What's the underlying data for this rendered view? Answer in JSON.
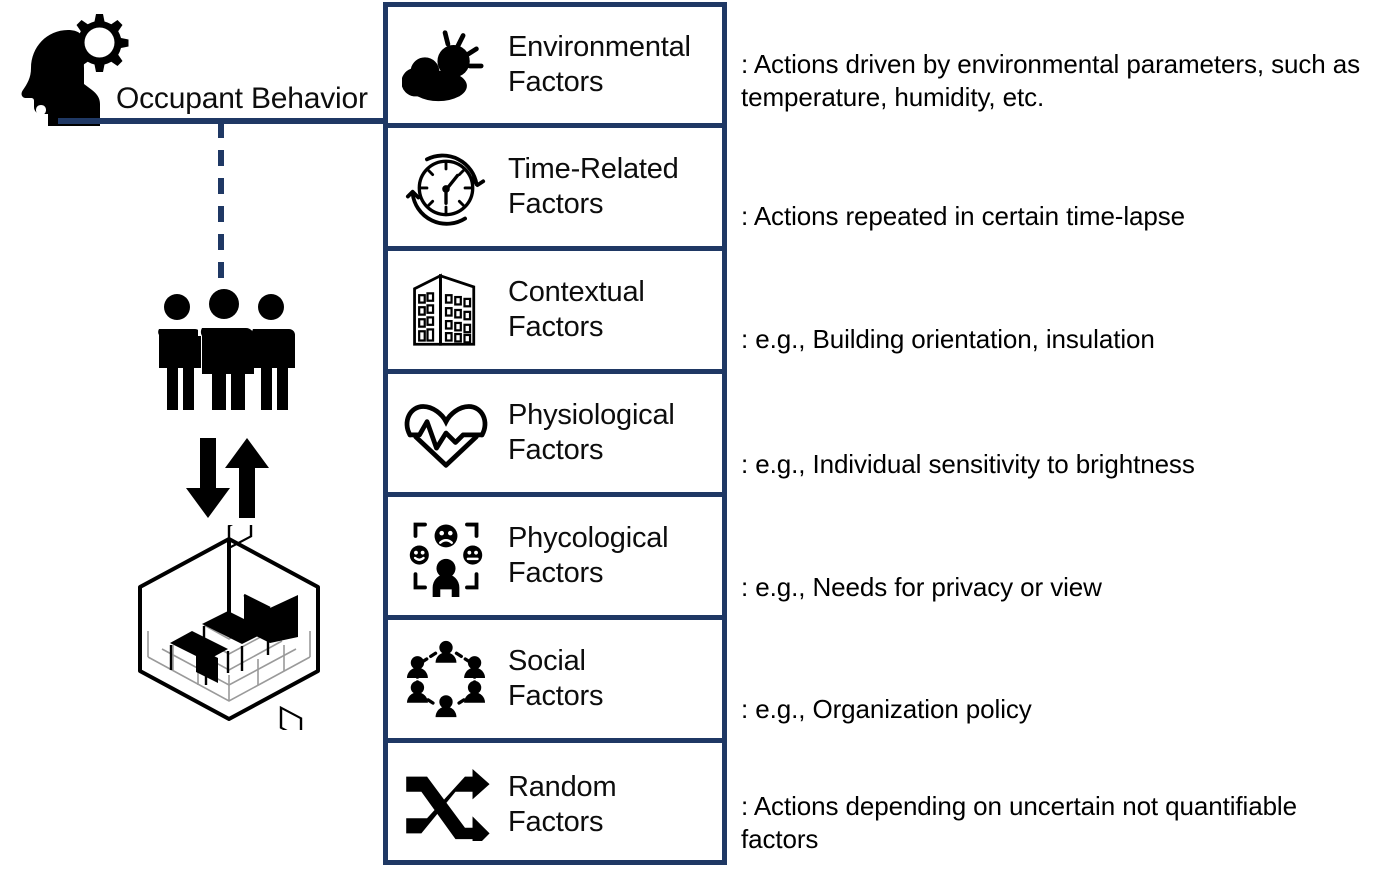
{
  "diagram": {
    "title": "Occupant Behavior",
    "accent_color": "#1f3864",
    "text_color": "#000000",
    "background_color": "#ffffff",
    "left_column": {
      "head_icon_name": "head-with-gear-icon",
      "people_icon_name": "three-people-icon",
      "arrows_icon_name": "bidirectional-arrows-icon",
      "room_icon_name": "isometric-office-room-icon"
    },
    "factors": [
      {
        "id": "environmental",
        "icon": "sun-behind-cloud-icon",
        "label_line1": "Environmental",
        "label_line2": "Factors",
        "description": ": Actions driven by environmental parameters, such as temperature, humidity, etc."
      },
      {
        "id": "time-related",
        "icon": "clock-with-arrows-icon",
        "label_line1": "Time-Related",
        "label_line2": "Factors",
        "description": ": Actions repeated in certain time-lapse"
      },
      {
        "id": "contextual",
        "icon": "office-building-icon",
        "label_line1": "Contextual",
        "label_line2": "Factors",
        "description": ": e.g., Building orientation, insulation"
      },
      {
        "id": "physiological",
        "icon": "heart-with-pulse-icon",
        "label_line1": "Physiological",
        "label_line2": "Factors",
        "description": ": e.g., Individual sensitivity to brightness"
      },
      {
        "id": "phycological",
        "icon": "person-with-emoji-faces-icon",
        "label_line1": "Phycological",
        "label_line2": "Factors",
        "description": ": e.g., Needs for privacy or view"
      },
      {
        "id": "social",
        "icon": "people-network-icon",
        "label_line1": "Social",
        "label_line2": "Factors",
        "description": ": e.g., Organization policy"
      },
      {
        "id": "random",
        "icon": "shuffle-arrows-icon",
        "label_line1": "Random",
        "label_line2": "Factors",
        "description": ": Actions depending on uncertain not quantifiable factors"
      }
    ]
  }
}
